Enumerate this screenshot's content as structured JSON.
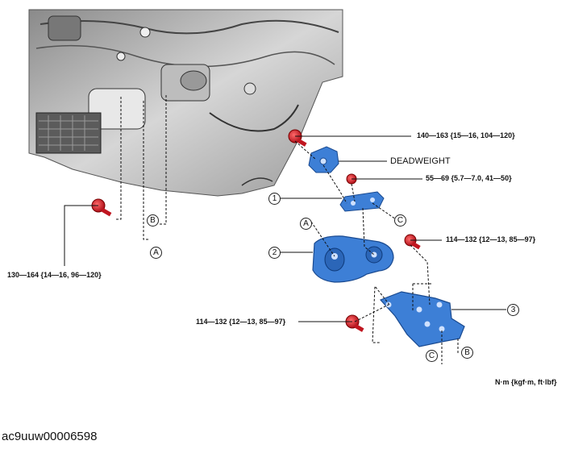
{
  "torque": {
    "t1": "140—163 {15—16, 104—120}",
    "t2": "55—69 {5.7—7.0, 41—50}",
    "t3": "114—132 {12—13, 85—97}",
    "t4": "114—132 {12—13, 85—97}",
    "t5": "130—164 {14—16, 96—120}"
  },
  "labels": {
    "deadweight": "DEADWEIGHT",
    "units": "N·m {kgf·m, ft·lbf}"
  },
  "callouts": {
    "part1": "1",
    "part2": "2",
    "part3": "3",
    "A": "A",
    "B": "B",
    "C": "C"
  },
  "figure_id": "ac9uuw00006598",
  "colors": {
    "part_blue": "#3d7fd6",
    "bolt_red": "#d81f26",
    "photo_gray": "#c8c8c8"
  }
}
